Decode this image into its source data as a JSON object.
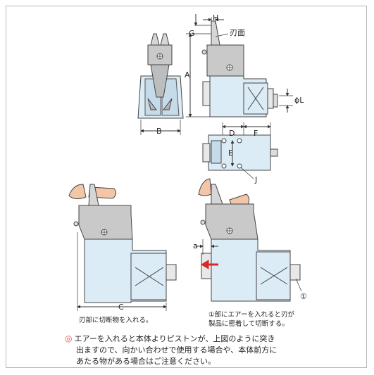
{
  "dimensions": {
    "a": "A",
    "b": "B",
    "c": "C",
    "d": "D",
    "e": "E",
    "f": "F",
    "g": "G",
    "h": "H",
    "j": "J",
    "l": "ϕL",
    "small_a": "a"
  },
  "labels": {
    "blade_face": "刃面",
    "marker_1": "①"
  },
  "notes": {
    "left_caption": "刃部に切断物を入れる。",
    "right_caption_line1": "①部にエアーを入れると刃が",
    "right_caption_line2": "製品に密着して切断する。"
  },
  "caution": {
    "symbol": "◎",
    "line1": "エアーを入れると本体よりピストンが、上図のように突き",
    "line2": "出ますので、向かい合わせで使用する場合や、本体前方に",
    "line3": "あたる物がある場合はご注意ください。"
  },
  "colors": {
    "body_fill": "#dcecf6",
    "blade_fill": "#c9c9c9",
    "finger_fill": "#f2c6a6",
    "arrow_red": "#d42a2a",
    "caution_mark": "#d9534f"
  }
}
